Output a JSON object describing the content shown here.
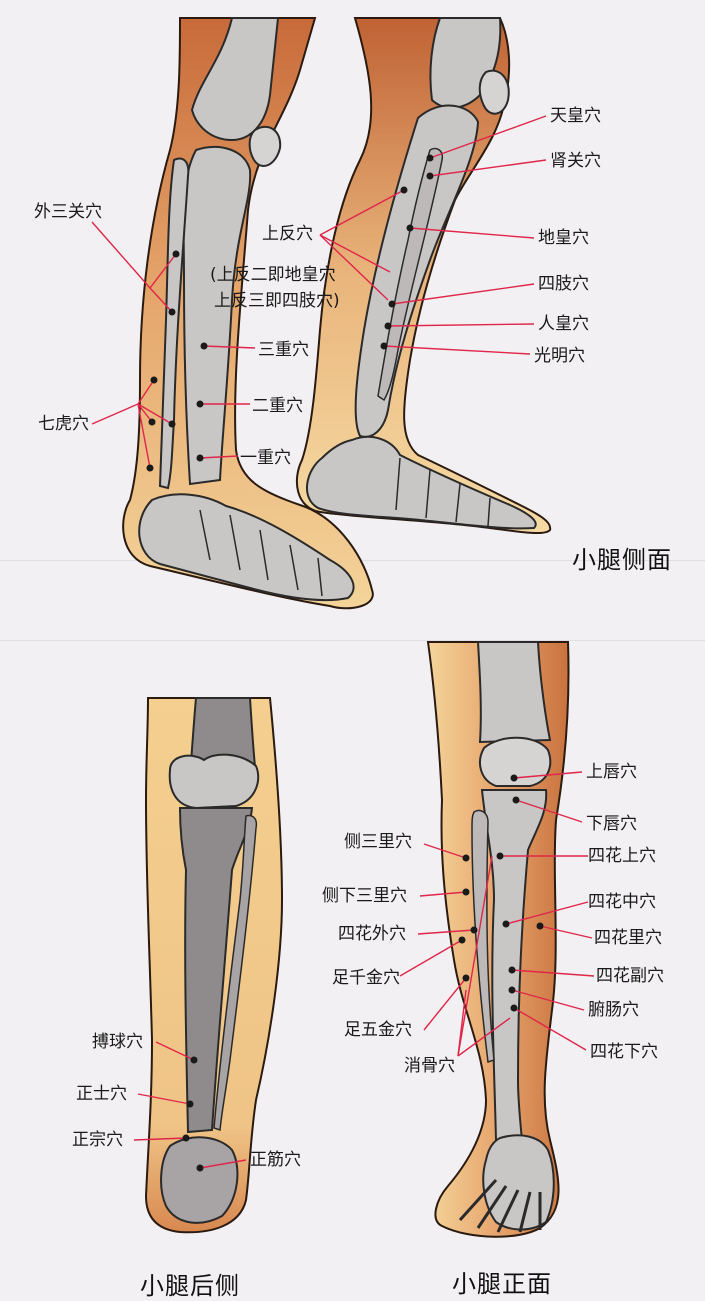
{
  "labels": {
    "waisanguan": "外三关穴",
    "qihu": "七虎穴",
    "shangfan": "上反穴",
    "shangfan_note1": "(上反二即地皇穴",
    "shangfan_note2": "上反三即四肢穴)",
    "sanzhong": "三重穴",
    "erzhong": "二重穴",
    "yizhong": "一重穴",
    "tianhuang": "天皇穴",
    "shenguan": "肾关穴",
    "dihuang": "地皇穴",
    "sizhi": "四肢穴",
    "renhuang": "人皇穴",
    "guangming": "光明穴",
    "shangchun": "上唇穴",
    "xiachun": "下唇穴",
    "cesanli": "侧三里穴",
    "cexiasanli": "侧下三里穴",
    "sihuawai": "四花外穴",
    "zuqianjin": "足千金穴",
    "zuwujin": "足五金穴",
    "xiaogu": "消骨穴",
    "sihuashang": "四花上穴",
    "sihuazhong": "四花中穴",
    "sihuali": "四花里穴",
    "sihuafu": "四花副穴",
    "fuchang": "腑肠穴",
    "sihuaxia": "四花下穴",
    "boqiu": "搏球穴",
    "zhengshi": "正士穴",
    "zhengzong": "正宗穴",
    "zhengjin": "正筋穴"
  },
  "captions": {
    "side": "小腿侧面",
    "back": "小腿后侧",
    "front": "小腿正面"
  },
  "colors": {
    "skin_dark": "#c8703e",
    "skin_light": "#f2cf92",
    "bone": "#c9c6c6",
    "bone_dark": "#8f8b8d",
    "leader": "#e0264a",
    "point": "#1a1a1a"
  }
}
